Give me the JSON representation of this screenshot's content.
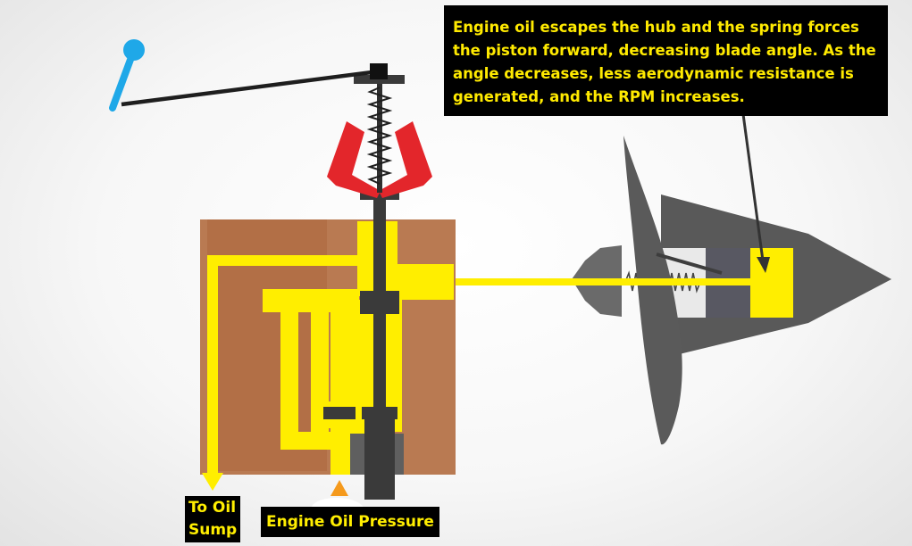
{
  "callout": {
    "text": "Engine oil escapes the hub and the spring forces the piston forward, decreasing blade angle. As the angle decreases, less aerodynamic resistance is generated, and the RPM increases."
  },
  "labels": {
    "sump": "To Oil Sump",
    "pressure": "Engine Oil Pressure"
  },
  "colors": {
    "oil": "#ffee00",
    "governor_body": "#b97a52",
    "flyweights": "#e3262b",
    "control_lever": "#1fa8e8",
    "spinner": "#595959",
    "blade": "#5a5a5a",
    "pressure_arrow": "#f59a1d",
    "callout_bg": "#000000"
  }
}
